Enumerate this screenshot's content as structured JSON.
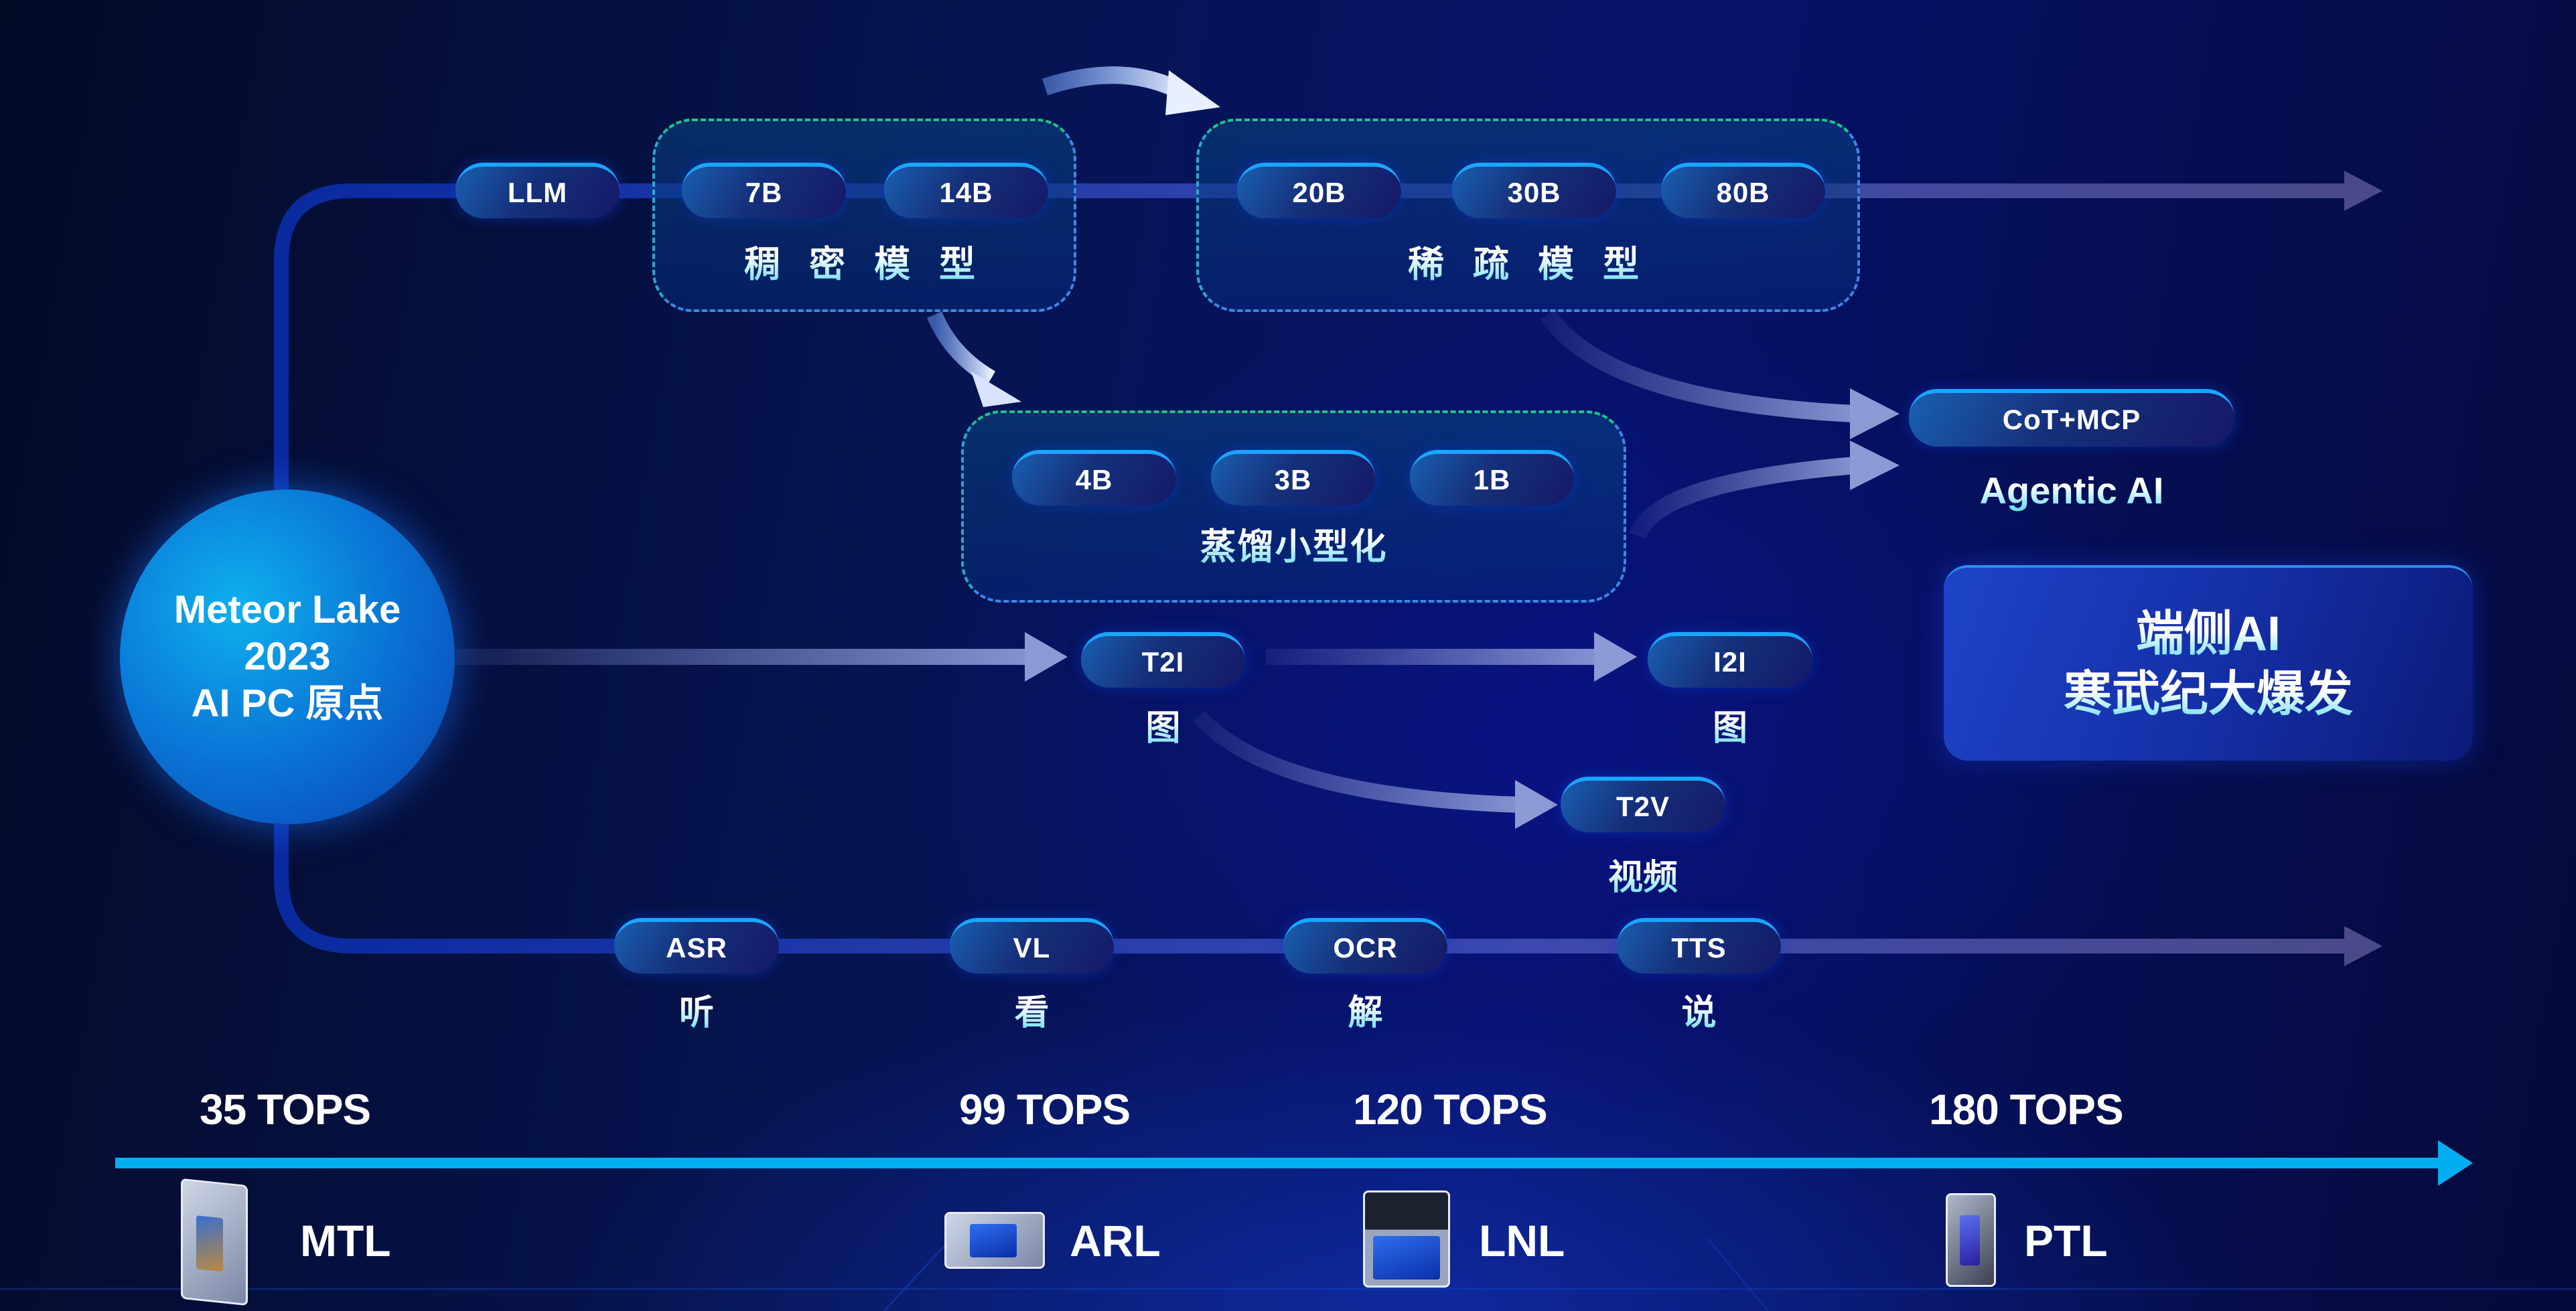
{
  "origin": {
    "line1": "Meteor Lake",
    "line2": "2023",
    "line3": "AI PC 原点"
  },
  "llm_track": {
    "start_label": "LLM",
    "dense_group": {
      "label": "稠 密 模 型",
      "models": [
        "7B",
        "14B"
      ]
    },
    "sparse_group": {
      "label": "稀 疏 模 型",
      "models": [
        "20B",
        "30B",
        "80B"
      ]
    }
  },
  "distill_group": {
    "label": "蒸馏小型化",
    "models": [
      "4B",
      "3B",
      "1B"
    ]
  },
  "agentic": {
    "pill": "CoT+MCP",
    "label": "Agentic AI"
  },
  "hero": {
    "line1": "端侧AI",
    "line2": "寒武纪大爆发"
  },
  "image_track": {
    "t2i": {
      "pill": "T2I",
      "label": "图"
    },
    "i2i": {
      "pill": "I2I",
      "label": "图"
    },
    "t2v": {
      "pill": "T2V",
      "label": "视频"
    }
  },
  "speech_track": [
    {
      "pill": "ASR",
      "label": "听"
    },
    {
      "pill": "VL",
      "label": "看"
    },
    {
      "pill": "OCR",
      "label": "解"
    },
    {
      "pill": "TTS",
      "label": "说"
    }
  ],
  "timeline": {
    "accent_color": "#00aeef",
    "milestones": [
      {
        "tops": "35 TOPS",
        "chip": "MTL"
      },
      {
        "tops": "99 TOPS",
        "chip": "ARL"
      },
      {
        "tops": "120 TOPS",
        "chip": "LNL"
      },
      {
        "tops": "180 TOPS",
        "chip": "PTL"
      }
    ]
  }
}
